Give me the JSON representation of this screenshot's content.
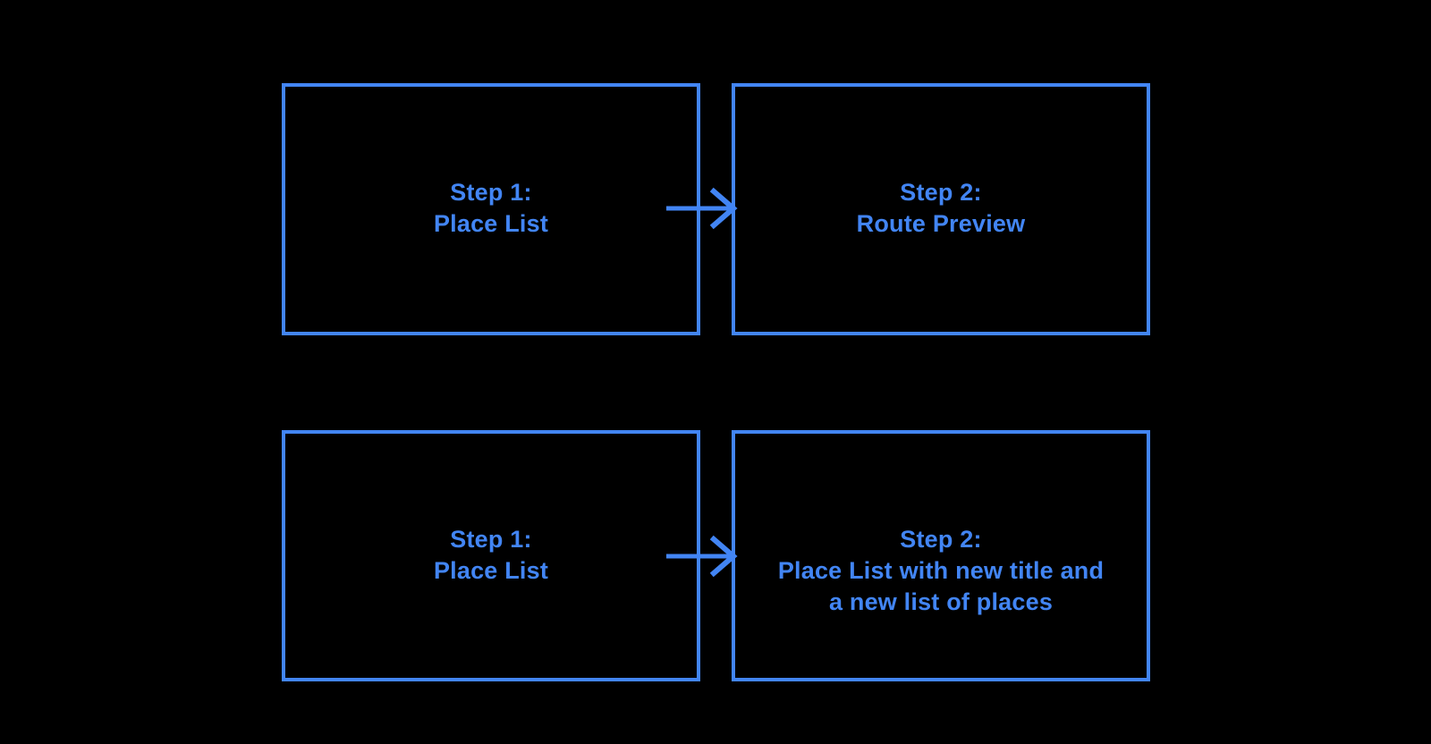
{
  "diagram": {
    "background_color": "#000000",
    "accent_color": "#4285f4",
    "flows": [
      {
        "from": {
          "lines": [
            "Step 1:",
            "Place List"
          ]
        },
        "to": {
          "lines": [
            "Step 2:",
            "Route Preview"
          ]
        }
      },
      {
        "from": {
          "lines": [
            "Step 1:",
            "Place List"
          ]
        },
        "to": {
          "lines": [
            "Step 2:",
            "Place List with new title and",
            "a new list of places"
          ]
        }
      }
    ]
  }
}
